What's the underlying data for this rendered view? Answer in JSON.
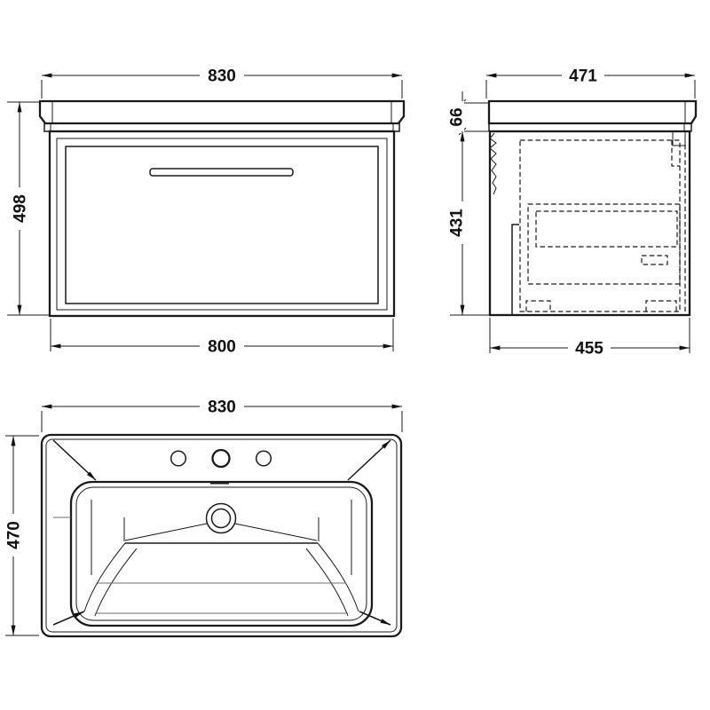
{
  "drawing": {
    "type": "technical-drawing",
    "subject": "wall-hung vanity unit with basin",
    "line_color": "#1a1a1a",
    "background": "#ffffff",
    "views": {
      "front": {
        "dim_top": "830",
        "dim_left": "498",
        "dim_bottom": "800"
      },
      "side": {
        "dim_top": "471",
        "dim_counter": "66",
        "dim_left": "431",
        "dim_bottom": "455"
      },
      "plan": {
        "dim_top": "830",
        "dim_left": "470"
      }
    }
  }
}
